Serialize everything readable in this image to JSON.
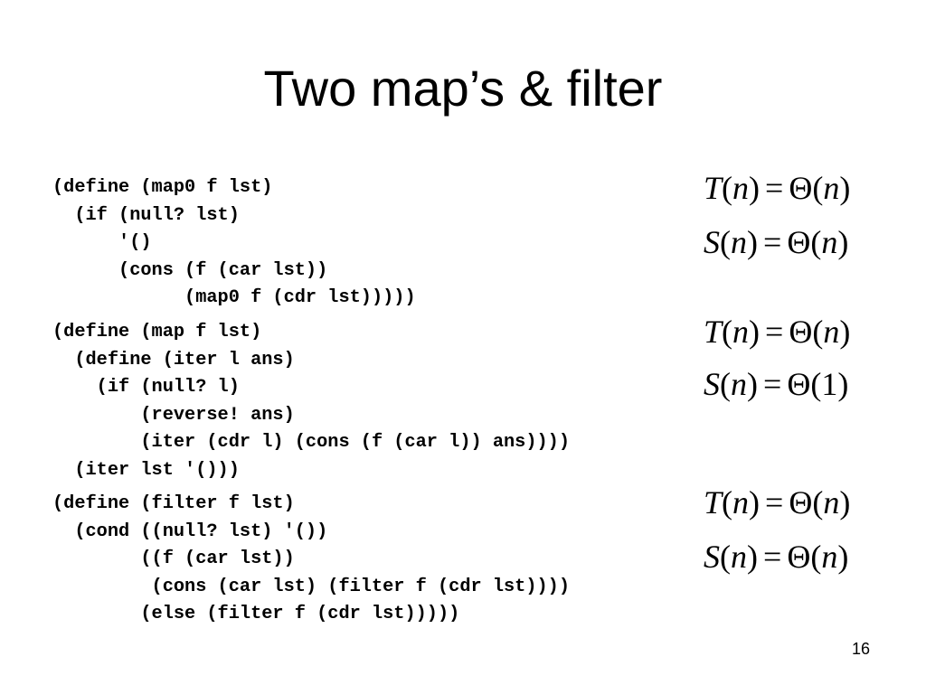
{
  "slide": {
    "title": "Two map’s & filter",
    "number": "16"
  },
  "blocks": [
    {
      "code": [
        "(define (map0 f lst)",
        "  (if (null? lst)",
        "      '()",
        "      (cons (f (car lst))",
        "            (map0 f (cdr lst)))))"
      ],
      "time": {
        "fn": "T",
        "var": "n",
        "op": "=",
        "bound": "Θ",
        "arg": "n",
        "italic_arg": true
      },
      "space": {
        "fn": "S",
        "var": "n",
        "op": "=",
        "bound": "Θ",
        "arg": "n",
        "italic_arg": true
      }
    },
    {
      "code": [
        "(define (map f lst)",
        "  (define (iter l ans)",
        "    (if (null? l)",
        "        (reverse! ans)",
        "        (iter (cdr l) (cons (f (car l)) ans))))",
        "  (iter lst '()))"
      ],
      "time": {
        "fn": "T",
        "var": "n",
        "op": "=",
        "bound": "Θ",
        "arg": "n",
        "italic_arg": true
      },
      "space": {
        "fn": "S",
        "var": "n",
        "op": "=",
        "bound": "Θ",
        "arg": "1",
        "italic_arg": false
      }
    },
    {
      "code": [
        "(define (filter f lst)",
        "  (cond ((null? lst) '())",
        "        ((f (car lst))",
        "         (cons (car lst) (filter f (cdr lst))))",
        "        (else (filter f (cdr lst)))))"
      ],
      "time": {
        "fn": "T",
        "var": "n",
        "op": "=",
        "bound": "Θ",
        "arg": "n",
        "italic_arg": true
      },
      "space": {
        "fn": "S",
        "var": "n",
        "op": "=",
        "bound": "Θ",
        "arg": "n",
        "italic_arg": true
      }
    }
  ]
}
